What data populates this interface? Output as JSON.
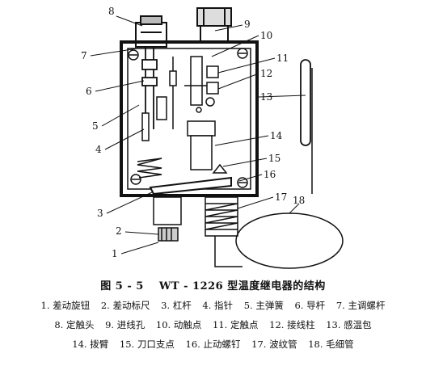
{
  "figure": {
    "caption_number": "图 5 - 5",
    "caption_title": "WT - 1226 型温度继电器的结构"
  },
  "callouts": [
    "1",
    "2",
    "3",
    "4",
    "5",
    "6",
    "7",
    "8",
    "9",
    "10",
    "11",
    "12",
    "13",
    "14",
    "15",
    "16",
    "17",
    "18"
  ],
  "legend": [
    [
      "1. 差动旋钮",
      "2. 差动标尺",
      "3. 杠杆",
      "4. 指针",
      "5. 主弹簧",
      "6. 导杆",
      "7. 主调螺杆"
    ],
    [
      "8. 定触头",
      "9. 进线孔",
      "10. 动触点",
      "11. 定触点",
      "12. 接线柱",
      "13. 感温包"
    ],
    [
      "14. 拨臂",
      "15. 刀口支点",
      "16. 止动螺钉",
      "17. 波纹管",
      "18. 毛细管"
    ]
  ]
}
